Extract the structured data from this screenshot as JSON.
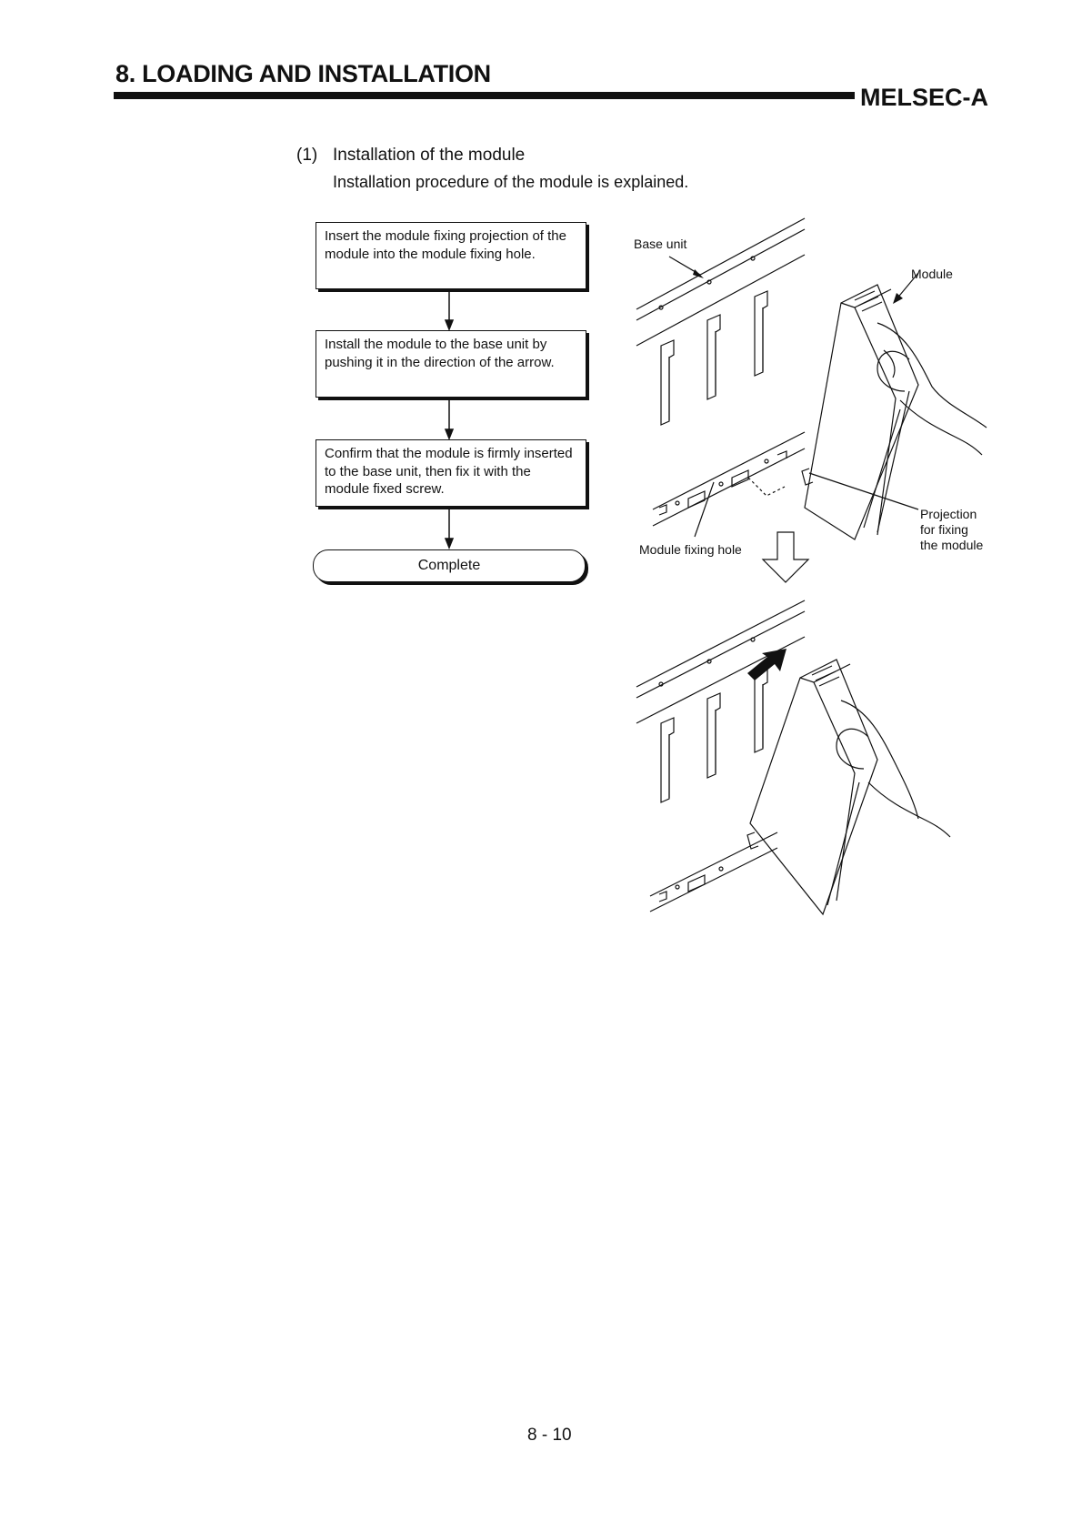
{
  "header": {
    "chapter_title": "8. LOADING AND INSTALLATION",
    "brand": "MELSEC-A"
  },
  "section": {
    "number": "(1)",
    "heading": "Installation of the module",
    "intro": "Installation procedure of the module is explained."
  },
  "flow": {
    "steps": [
      "Insert the module fixing projection of the module into the module fixing hole.",
      "Install the module to the base unit by pushing it in the direction of the arrow.",
      "Confirm that the module is firmly inserted to the base unit, then fix it with the module fixed screw."
    ],
    "end_label": "Complete"
  },
  "illustration": {
    "labels": {
      "base_unit": "Base unit",
      "module": "Module",
      "module_fixing_hole": "Module fixing hole",
      "projection_line1": "Projection",
      "projection_line2": "for fixing",
      "projection_line3": "the module"
    }
  },
  "footer": {
    "page_number": "8 - 10"
  }
}
